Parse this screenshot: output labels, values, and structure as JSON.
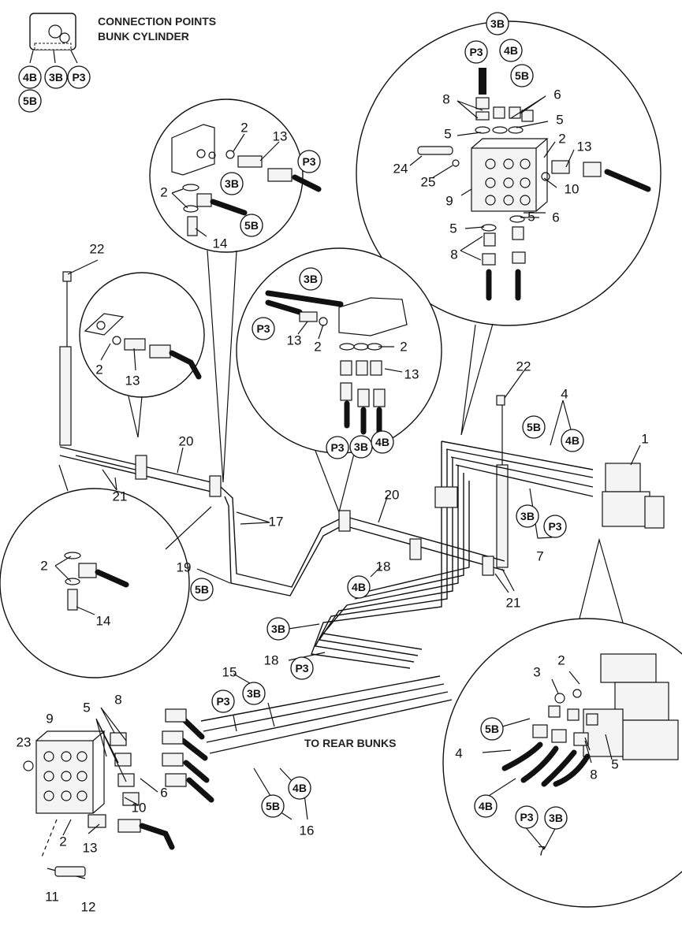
{
  "header": {
    "line1": "CONNECTION POINTS",
    "line2": "BUNK CYLINDER"
  },
  "labels": {
    "to_rear_bunks": "TO REAR BUNKS"
  },
  "callouts": [
    {
      "t": "4B",
      "c": true
    },
    {
      "t": "3B",
      "c": true
    },
    {
      "t": "P3",
      "c": true
    },
    {
      "t": "5B",
      "c": true
    },
    {
      "t": "3B",
      "c": true
    },
    {
      "t": "P3",
      "c": true
    },
    {
      "t": "4B",
      "c": true
    },
    {
      "t": "5B",
      "c": true
    },
    {
      "t": "8",
      "c": false
    },
    {
      "t": "6",
      "c": false
    },
    {
      "t": "5",
      "c": false
    },
    {
      "t": "5",
      "c": false
    },
    {
      "t": "2",
      "c": false
    },
    {
      "t": "13",
      "c": false
    },
    {
      "t": "24",
      "c": false
    },
    {
      "t": "25",
      "c": false
    },
    {
      "t": "10",
      "c": false
    },
    {
      "t": "9",
      "c": false
    },
    {
      "t": "5",
      "c": false
    },
    {
      "t": "6",
      "c": false
    },
    {
      "t": "5",
      "c": false
    },
    {
      "t": "8",
      "c": false
    },
    {
      "t": "2",
      "c": false
    },
    {
      "t": "13",
      "c": false
    },
    {
      "t": "P3",
      "c": true
    },
    {
      "t": "3B",
      "c": true
    },
    {
      "t": "2",
      "c": false
    },
    {
      "t": "5B",
      "c": true
    },
    {
      "t": "14",
      "c": false
    },
    {
      "t": "3B",
      "c": true
    },
    {
      "t": "P3",
      "c": true
    },
    {
      "t": "13",
      "c": false
    },
    {
      "t": "2",
      "c": false
    },
    {
      "t": "2",
      "c": false
    },
    {
      "t": "13",
      "c": false
    },
    {
      "t": "P3",
      "c": true
    },
    {
      "t": "3B",
      "c": true
    },
    {
      "t": "4B",
      "c": true
    },
    {
      "t": "22",
      "c": false
    },
    {
      "t": "2",
      "c": false
    },
    {
      "t": "13",
      "c": false
    },
    {
      "t": "22",
      "c": false
    },
    {
      "t": "4",
      "c": false
    },
    {
      "t": "5B",
      "c": true
    },
    {
      "t": "4B",
      "c": true
    },
    {
      "t": "1",
      "c": false
    },
    {
      "t": "20",
      "c": false
    },
    {
      "t": "21",
      "c": false
    },
    {
      "t": "17",
      "c": false
    },
    {
      "t": "19",
      "c": false
    },
    {
      "t": "5B",
      "c": true
    },
    {
      "t": "20",
      "c": false
    },
    {
      "t": "3B",
      "c": true
    },
    {
      "t": "P3",
      "c": true
    },
    {
      "t": "7",
      "c": false
    },
    {
      "t": "18",
      "c": false
    },
    {
      "t": "4B",
      "c": true
    },
    {
      "t": "21",
      "c": false
    },
    {
      "t": "2",
      "c": false
    },
    {
      "t": "14",
      "c": false
    },
    {
      "t": "3B",
      "c": true
    },
    {
      "t": "18",
      "c": false
    },
    {
      "t": "P3",
      "c": true
    },
    {
      "t": "15",
      "c": false
    },
    {
      "t": "P3",
      "c": true
    },
    {
      "t": "3B",
      "c": true
    },
    {
      "t": "9",
      "c": false
    },
    {
      "t": "8",
      "c": false
    },
    {
      "t": "5",
      "c": false
    },
    {
      "t": "23",
      "c": false
    },
    {
      "t": "6",
      "c": false
    },
    {
      "t": "10",
      "c": false
    },
    {
      "t": "2",
      "c": false
    },
    {
      "t": "13",
      "c": false
    },
    {
      "t": "4B",
      "c": true
    },
    {
      "t": "5B",
      "c": true
    },
    {
      "t": "16",
      "c": false
    },
    {
      "t": "11",
      "c": false
    },
    {
      "t": "12",
      "c": false
    },
    {
      "t": "3",
      "c": false
    },
    {
      "t": "2",
      "c": false
    },
    {
      "t": "5B",
      "c": true
    },
    {
      "t": "4",
      "c": false
    },
    {
      "t": "8",
      "c": false
    },
    {
      "t": "5",
      "c": false
    },
    {
      "t": "4B",
      "c": true
    },
    {
      "t": "P3",
      "c": true
    },
    {
      "t": "3B",
      "c": true
    },
    {
      "t": "7",
      "c": false
    }
  ]
}
